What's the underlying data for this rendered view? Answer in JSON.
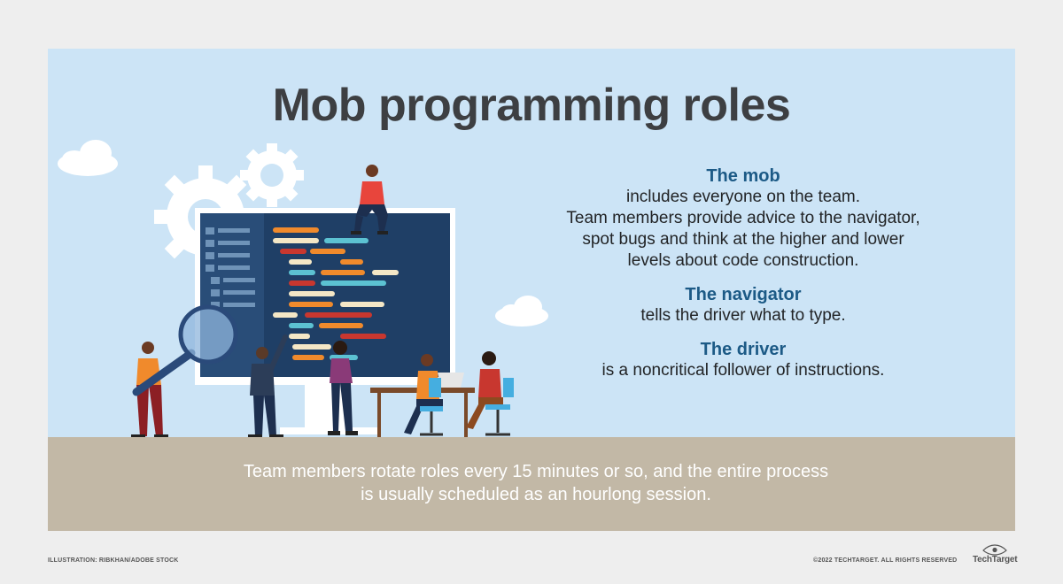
{
  "title": "Mob programming roles",
  "roles": [
    {
      "name": "The mob",
      "description": "includes everyone on the team.\nTeam members provide advice to the navigator,\nspot bugs and think at the higher and lower\nlevels about code construction."
    },
    {
      "name": "The navigator",
      "description": "tells the driver what to type."
    },
    {
      "name": "The driver",
      "description": "is a noncritical follower of instructions."
    }
  ],
  "footer_text": "Team members rotate roles every 15 minutes or so, and the entire process\nis usually scheduled as an hourlong session.",
  "credits": {
    "illustration": "ILLUSTRATION: RIBKHAN/ADOBE STOCK",
    "copyright": "©2022 TECHTARGET. ALL RIGHTS RESERVED",
    "brand": "TechTarget"
  },
  "colors": {
    "background": "#cce4f6",
    "ground": "#c2b8a6",
    "title": "#3d3f42",
    "role_name": "#1c5a86",
    "monitor_screen": "#1f3f66"
  },
  "icons": [
    "gear-icon",
    "cloud-icon",
    "magnifying-glass-icon",
    "monitor-icon",
    "eye-logo-icon"
  ]
}
